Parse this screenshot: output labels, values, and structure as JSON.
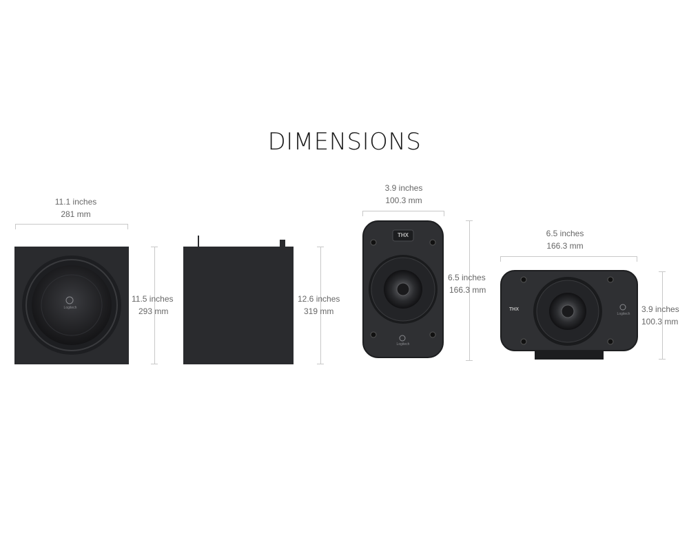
{
  "title": "DIMENSIONS",
  "products": [
    {
      "name": "subwoofer-front",
      "width": {
        "inches": "11.1 inches",
        "mm": "281 mm"
      },
      "height": {
        "inches": "11.5 inches",
        "mm": "293 mm"
      },
      "logo": "Logitech"
    },
    {
      "name": "subwoofer-side",
      "height": {
        "inches": "12.6 inches",
        "mm": "319 mm"
      }
    },
    {
      "name": "satellite-speaker",
      "width": {
        "inches": "3.9 inches",
        "mm": "100.3 mm"
      },
      "height": {
        "inches": "6.5 inches",
        "mm": "166.3 mm"
      },
      "badge": "THX",
      "logo": "Logitech"
    },
    {
      "name": "center-speaker",
      "width": {
        "inches": "6.5 inches",
        "mm": "166.3 mm"
      },
      "height": {
        "inches": "3.9 inches",
        "mm": "100.3 mm"
      },
      "badge": "THX",
      "logo": "Logitech"
    }
  ],
  "colors": {
    "speaker_body": "#2a2b2e",
    "dimension_line": "#c8c8c8",
    "label_text": "#666666"
  }
}
